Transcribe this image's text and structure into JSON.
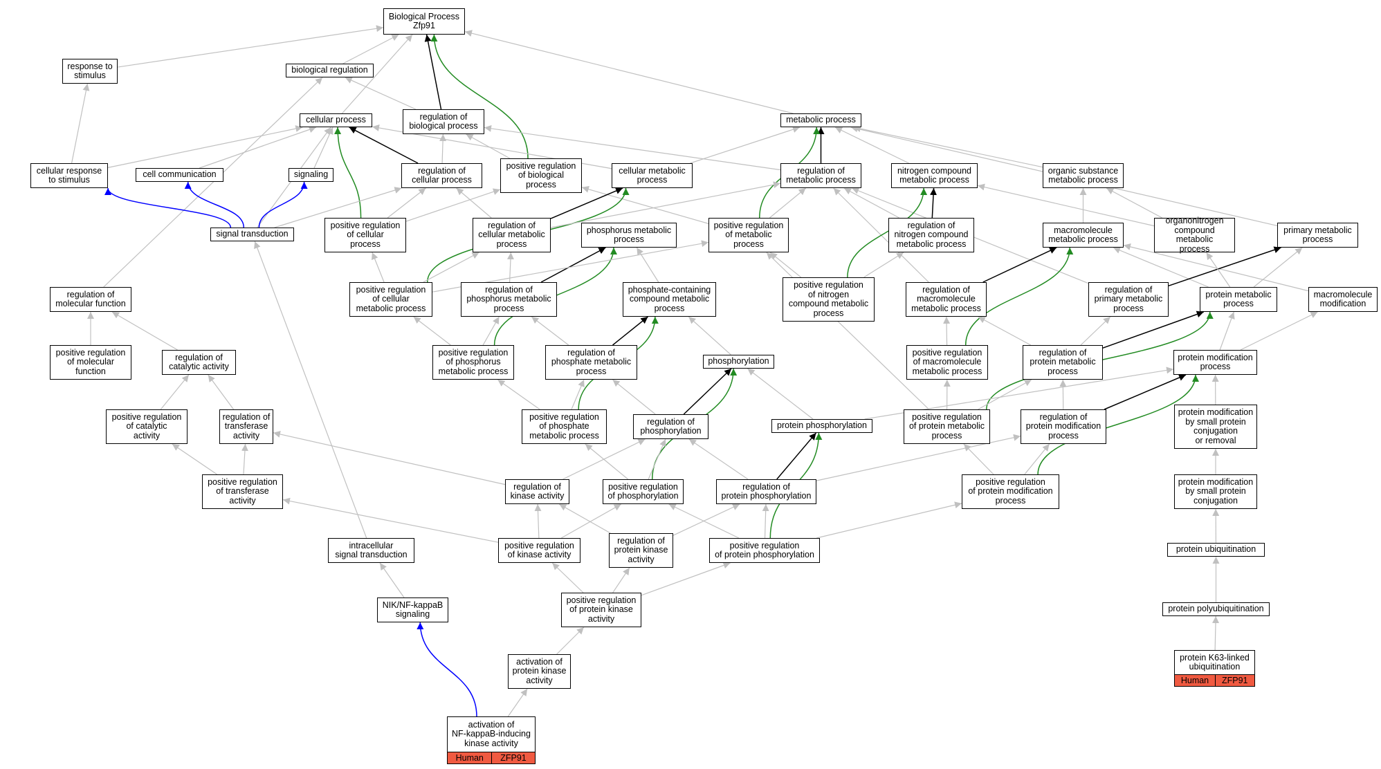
{
  "colors": {
    "gray_edge": "#c0c0c0",
    "black_edge": "#000000",
    "green_edge": "#228b22",
    "blue_edge": "#0000ff",
    "annotation": "#f05a41"
  },
  "nodes": [
    {
      "id": "root",
      "label": "Biological Process\nZfp91"
    },
    {
      "id": "resp_stim",
      "label": "response to\nstimulus"
    },
    {
      "id": "bio_reg",
      "label": "biological regulation"
    },
    {
      "id": "cell_proc",
      "label": "cellular process"
    },
    {
      "id": "reg_bio",
      "label": "regulation of\nbiological process"
    },
    {
      "id": "metab",
      "label": "metabolic process"
    },
    {
      "id": "cell_resp",
      "label": "cellular response\nto stimulus"
    },
    {
      "id": "cell_comm",
      "label": "cell communication"
    },
    {
      "id": "signaling",
      "label": "signaling"
    },
    {
      "id": "reg_cell",
      "label": "regulation of\ncellular process"
    },
    {
      "id": "pos_bio",
      "label": "positive regulation\nof biological\nprocess"
    },
    {
      "id": "cell_metab",
      "label": "cellular metabolic\nprocess"
    },
    {
      "id": "reg_metab",
      "label": "regulation of\nmetabolic process"
    },
    {
      "id": "nitro",
      "label": "nitrogen compound\nmetabolic process"
    },
    {
      "id": "org_sub",
      "label": "organic substance\nmetabolic process"
    },
    {
      "id": "sig_trans",
      "label": "signal transduction"
    },
    {
      "id": "pos_cell",
      "label": "positive regulation\nof cellular\nprocess"
    },
    {
      "id": "reg_cell_metab",
      "label": "regulation of\ncellular metabolic\nprocess"
    },
    {
      "id": "phos_metab",
      "label": "phosphorus metabolic\nprocess"
    },
    {
      "id": "pos_metab",
      "label": "positive regulation\nof metabolic\nprocess"
    },
    {
      "id": "reg_nitro",
      "label": "regulation of\nnitrogen compound\nmetabolic process"
    },
    {
      "id": "macro",
      "label": "macromolecule\nmetabolic process"
    },
    {
      "id": "orgnitro",
      "label": "organonitrogen\ncompound metabolic\nprocess"
    },
    {
      "id": "prim",
      "label": "primary metabolic\nprocess"
    },
    {
      "id": "reg_mol",
      "label": "regulation of\nmolecular function"
    },
    {
      "id": "pos_cell_metab",
      "label": "positive regulation\nof cellular\nmetabolic process"
    },
    {
      "id": "reg_phos_metab",
      "label": "regulation of\nphosphorus metabolic\nprocess"
    },
    {
      "id": "phosphate_cont",
      "label": "phosphate-containing\ncompound metabolic\nprocess"
    },
    {
      "id": "pos_nitro",
      "label": "positive regulation\nof nitrogen\ncompound metabolic\nprocess"
    },
    {
      "id": "reg_macro",
      "label": "regulation of\nmacromolecule\nmetabolic process"
    },
    {
      "id": "reg_prim",
      "label": "regulation of\nprimary metabolic\nprocess"
    },
    {
      "id": "prot_metab",
      "label": "protein metabolic\nprocess"
    },
    {
      "id": "macro_mod",
      "label": "macromolecule\nmodification"
    },
    {
      "id": "pos_mol",
      "label": "positive regulation\nof molecular\nfunction"
    },
    {
      "id": "reg_cat",
      "label": "regulation of\ncatalytic activity"
    },
    {
      "id": "pos_phos_metab",
      "label": "positive regulation\nof phosphorus\nmetabolic process"
    },
    {
      "id": "reg_phosphate",
      "label": "regulation of\nphosphate metabolic\nprocess"
    },
    {
      "id": "phosph",
      "label": "phosphorylation"
    },
    {
      "id": "pos_macro",
      "label": "positive regulation\nof macromolecule\nmetabolic process"
    },
    {
      "id": "reg_prot_metab",
      "label": "regulation of\nprotein metabolic\nprocess"
    },
    {
      "id": "prot_mod",
      "label": "protein modification\nprocess"
    },
    {
      "id": "pos_cat",
      "label": "positive regulation\nof catalytic\nactivity"
    },
    {
      "id": "reg_trans",
      "label": "regulation of\ntransferase\nactivity"
    },
    {
      "id": "pos_phosphate",
      "label": "positive regulation\nof phosphate\nmetabolic process"
    },
    {
      "id": "reg_phosphor",
      "label": "regulation of\nphosphorylation"
    },
    {
      "id": "prot_phos",
      "label": "protein phosphorylation"
    },
    {
      "id": "pos_prot_metab",
      "label": "positive regulation\nof protein metabolic\nprocess"
    },
    {
      "id": "reg_prot_mod",
      "label": "regulation of\nprotein modification\nprocess"
    },
    {
      "id": "pmsp_cr",
      "label": "protein modification\nby small protein\nconjugation\nor removal"
    },
    {
      "id": "pos_trans",
      "label": "positive regulation\nof transferase\nactivity"
    },
    {
      "id": "reg_kin",
      "label": "regulation of\nkinase activity"
    },
    {
      "id": "pos_phosphor",
      "label": "positive regulation\nof phosphorylation"
    },
    {
      "id": "reg_prot_phos",
      "label": "regulation of\nprotein phosphorylation"
    },
    {
      "id": "pos_prot_mod",
      "label": "positive regulation\nof protein modification\nprocess"
    },
    {
      "id": "pmsp_c",
      "label": "protein modification\nby small protein\nconjugation"
    },
    {
      "id": "intra",
      "label": "intracellular\nsignal transduction"
    },
    {
      "id": "pos_kin",
      "label": "positive regulation\nof kinase activity"
    },
    {
      "id": "reg_pk",
      "label": "regulation of\nprotein kinase\nactivity"
    },
    {
      "id": "pos_prot_phos",
      "label": "positive regulation\nof protein phosphorylation"
    },
    {
      "id": "ubiq",
      "label": "protein ubiquitination"
    },
    {
      "id": "nik",
      "label": "NIK/NF-kappaB\nsignaling"
    },
    {
      "id": "pos_pk",
      "label": "positive regulation\nof protein kinase\nactivity"
    },
    {
      "id": "polyubiq",
      "label": "protein polyubiquitination"
    },
    {
      "id": "act_pk",
      "label": "activation of\nprotein kinase\nactivity"
    },
    {
      "id": "k63",
      "label": "protein K63-linked\nubiquitination"
    },
    {
      "id": "act_nik",
      "label": "activation of\nNF-kappaB-inducing\nkinase activity"
    }
  ],
  "annotations": [
    {
      "id": "act_nik",
      "species": "Human",
      "gene": "ZFP91"
    },
    {
      "id": "k63",
      "species": "Human",
      "gene": "ZFP91"
    }
  ],
  "edges": [
    [
      "resp_stim",
      "root",
      "g"
    ],
    [
      "bio_reg",
      "root",
      "g"
    ],
    [
      "cell_proc",
      "root",
      "g"
    ],
    [
      "reg_bio",
      "root",
      "k"
    ],
    [
      "pos_bio",
      "root",
      "G"
    ],
    [
      "metab",
      "root",
      "g"
    ],
    [
      "reg_bio",
      "bio_reg",
      "g"
    ],
    [
      "reg_mol",
      "bio_reg",
      "g"
    ],
    [
      "cell_resp",
      "resp_stim",
      "g"
    ],
    [
      "cell_resp",
      "cell_proc",
      "g"
    ],
    [
      "cell_comm",
      "cell_proc",
      "g"
    ],
    [
      "signaling",
      "cell_proc",
      "g"
    ],
    [
      "sig_trans",
      "cell_proc",
      "g"
    ],
    [
      "reg_cell",
      "cell_proc",
      "k"
    ],
    [
      "pos_cell",
      "cell_proc",
      "G"
    ],
    [
      "cell_metab",
      "cell_proc",
      "g"
    ],
    [
      "reg_cell",
      "reg_bio",
      "g"
    ],
    [
      "pos_bio",
      "reg_bio",
      "g"
    ],
    [
      "reg_metab",
      "reg_bio",
      "g"
    ],
    [
      "cell_metab",
      "metab",
      "g"
    ],
    [
      "reg_metab",
      "metab",
      "k"
    ],
    [
      "pos_metab",
      "metab",
      "G"
    ],
    [
      "nitro",
      "metab",
      "g"
    ],
    [
      "org_sub",
      "metab",
      "g"
    ],
    [
      "prim",
      "metab",
      "g"
    ],
    [
      "sig_trans",
      "cell_resp",
      "b"
    ],
    [
      "sig_trans",
      "cell_comm",
      "b"
    ],
    [
      "sig_trans",
      "signaling",
      "b"
    ],
    [
      "sig_trans",
      "reg_cell",
      "g"
    ],
    [
      "pos_cell",
      "reg_cell",
      "g"
    ],
    [
      "reg_cell_metab",
      "reg_cell",
      "g"
    ],
    [
      "pos_cell",
      "pos_bio",
      "g"
    ],
    [
      "pos_metab",
      "pos_bio",
      "g"
    ],
    [
      "reg_cell_metab",
      "cell_metab",
      "k"
    ],
    [
      "pos_cell_metab",
      "cell_metab",
      "G"
    ],
    [
      "reg_cell_metab",
      "reg_metab",
      "g"
    ],
    [
      "pos_metab",
      "reg_metab",
      "g"
    ],
    [
      "reg_nitro",
      "reg_metab",
      "g"
    ],
    [
      "reg_macro",
      "reg_metab",
      "g"
    ],
    [
      "reg_prim",
      "reg_metab",
      "g"
    ],
    [
      "reg_nitro",
      "nitro",
      "k"
    ],
    [
      "pos_nitro",
      "nitro",
      "G"
    ],
    [
      "orgnitro",
      "nitro",
      "g"
    ],
    [
      "macro",
      "org_sub",
      "g"
    ],
    [
      "orgnitro",
      "org_sub",
      "g"
    ],
    [
      "intra",
      "sig_trans",
      "g"
    ],
    [
      "pos_cell_metab",
      "pos_cell",
      "g"
    ],
    [
      "pos_cell_metab",
      "reg_cell_metab",
      "g"
    ],
    [
      "reg_phos_metab",
      "reg_cell_metab",
      "g"
    ],
    [
      "reg_phos_metab",
      "phos_metab",
      "k"
    ],
    [
      "pos_phos_metab",
      "phos_metab",
      "G"
    ],
    [
      "phosphate_cont",
      "phos_metab",
      "g"
    ],
    [
      "pos_cell_metab",
      "pos_metab",
      "g"
    ],
    [
      "pos_nitro",
      "pos_metab",
      "g"
    ],
    [
      "pos_prot_metab",
      "pos_metab",
      "g"
    ],
    [
      "pos_nitro",
      "reg_nitro",
      "g"
    ],
    [
      "reg_macro",
      "macro",
      "k"
    ],
    [
      "pos_macro",
      "macro",
      "G"
    ],
    [
      "prot_metab",
      "macro",
      "g"
    ],
    [
      "macro_mod",
      "macro",
      "g"
    ],
    [
      "prot_metab",
      "prim",
      "g"
    ],
    [
      "reg_prim",
      "prim",
      "k"
    ],
    [
      "prot_metab",
      "orgnitro",
      "g"
    ],
    [
      "pos_mol",
      "reg_mol",
      "g"
    ],
    [
      "reg_cat",
      "reg_mol",
      "g"
    ],
    [
      "pos_phos_metab",
      "pos_cell_metab",
      "g"
    ],
    [
      "pos_phos_metab",
      "reg_phos_metab",
      "g"
    ],
    [
      "reg_phosphate",
      "reg_phos_metab",
      "g"
    ],
    [
      "reg_phosphate",
      "phosphate_cont",
      "k"
    ],
    [
      "pos_phosphate",
      "phosphate_cont",
      "G"
    ],
    [
      "phosph",
      "phosphate_cont",
      "g"
    ],
    [
      "pos_macro",
      "reg_macro",
      "g"
    ],
    [
      "reg_prot_metab",
      "reg_macro",
      "g"
    ],
    [
      "reg_prot_metab",
      "reg_prim",
      "g"
    ],
    [
      "reg_prot_metab",
      "prot_metab",
      "k"
    ],
    [
      "pos_prot_metab",
      "prot_metab",
      "G"
    ],
    [
      "prot_mod",
      "prot_metab",
      "g"
    ],
    [
      "prot_mod",
      "macro_mod",
      "g"
    ],
    [
      "pos_cat",
      "reg_cat",
      "g"
    ],
    [
      "reg_trans",
      "reg_cat",
      "g"
    ],
    [
      "pos_phosphate",
      "pos_phos_metab",
      "g"
    ],
    [
      "pos_phosphate",
      "reg_phosphate",
      "g"
    ],
    [
      "reg_phosphor",
      "reg_phosphate",
      "g"
    ],
    [
      "reg_phosphor",
      "phosph",
      "k"
    ],
    [
      "pos_phosphor",
      "phosph",
      "G"
    ],
    [
      "prot_phos",
      "phosph",
      "g"
    ],
    [
      "pos_prot_metab",
      "pos_macro",
      "g"
    ],
    [
      "pos_prot_metab",
      "reg_prot_metab",
      "g"
    ],
    [
      "reg_prot_mod",
      "reg_prot_metab",
      "g"
    ],
    [
      "reg_prot_mod",
      "prot_mod",
      "k"
    ],
    [
      "pos_prot_mod",
      "prot_mod",
      "G"
    ],
    [
      "pmsp_cr",
      "prot_mod",
      "g"
    ],
    [
      "prot_phos",
      "prot_mod",
      "g"
    ],
    [
      "pos_trans",
      "pos_cat",
      "g"
    ],
    [
      "pos_trans",
      "reg_trans",
      "g"
    ],
    [
      "reg_kin",
      "reg_trans",
      "g"
    ],
    [
      "reg_kin",
      "reg_phosphor",
      "g"
    ],
    [
      "pos_phosphor",
      "reg_phosphor",
      "g"
    ],
    [
      "reg_prot_phos",
      "reg_phosphor",
      "g"
    ],
    [
      "pos_phosphor",
      "pos_phosphate",
      "g"
    ],
    [
      "reg_prot_phos",
      "prot_phos",
      "k"
    ],
    [
      "pos_prot_phos",
      "prot_phos",
      "G"
    ],
    [
      "pos_prot_mod",
      "pos_prot_metab",
      "g"
    ],
    [
      "pos_prot_mod",
      "reg_prot_mod",
      "g"
    ],
    [
      "reg_prot_phos",
      "reg_prot_mod",
      "g"
    ],
    [
      "pmsp_c",
      "pmsp_cr",
      "g"
    ],
    [
      "pos_kin",
      "pos_trans",
      "g"
    ],
    [
      "pos_kin",
      "reg_kin",
      "g"
    ],
    [
      "reg_pk",
      "reg_kin",
      "g"
    ],
    [
      "pos_kin",
      "pos_phosphor",
      "g"
    ],
    [
      "pos_prot_phos",
      "pos_phosphor",
      "g"
    ],
    [
      "reg_pk",
      "reg_prot_phos",
      "g"
    ],
    [
      "pos_prot_phos",
      "reg_prot_phos",
      "g"
    ],
    [
      "pos_prot_phos",
      "pos_prot_mod",
      "g"
    ],
    [
      "ubiq",
      "pmsp_c",
      "g"
    ],
    [
      "nik",
      "intra",
      "g"
    ],
    [
      "pos_pk",
      "pos_kin",
      "g"
    ],
    [
      "pos_pk",
      "reg_pk",
      "g"
    ],
    [
      "pos_pk",
      "pos_prot_phos",
      "g"
    ],
    [
      "polyubiq",
      "ubiq",
      "g"
    ],
    [
      "act_nik",
      "nik",
      "b"
    ],
    [
      "act_pk",
      "pos_pk",
      "g"
    ],
    [
      "k63",
      "polyubiq",
      "g"
    ],
    [
      "act_nik",
      "act_pk",
      "g"
    ]
  ]
}
